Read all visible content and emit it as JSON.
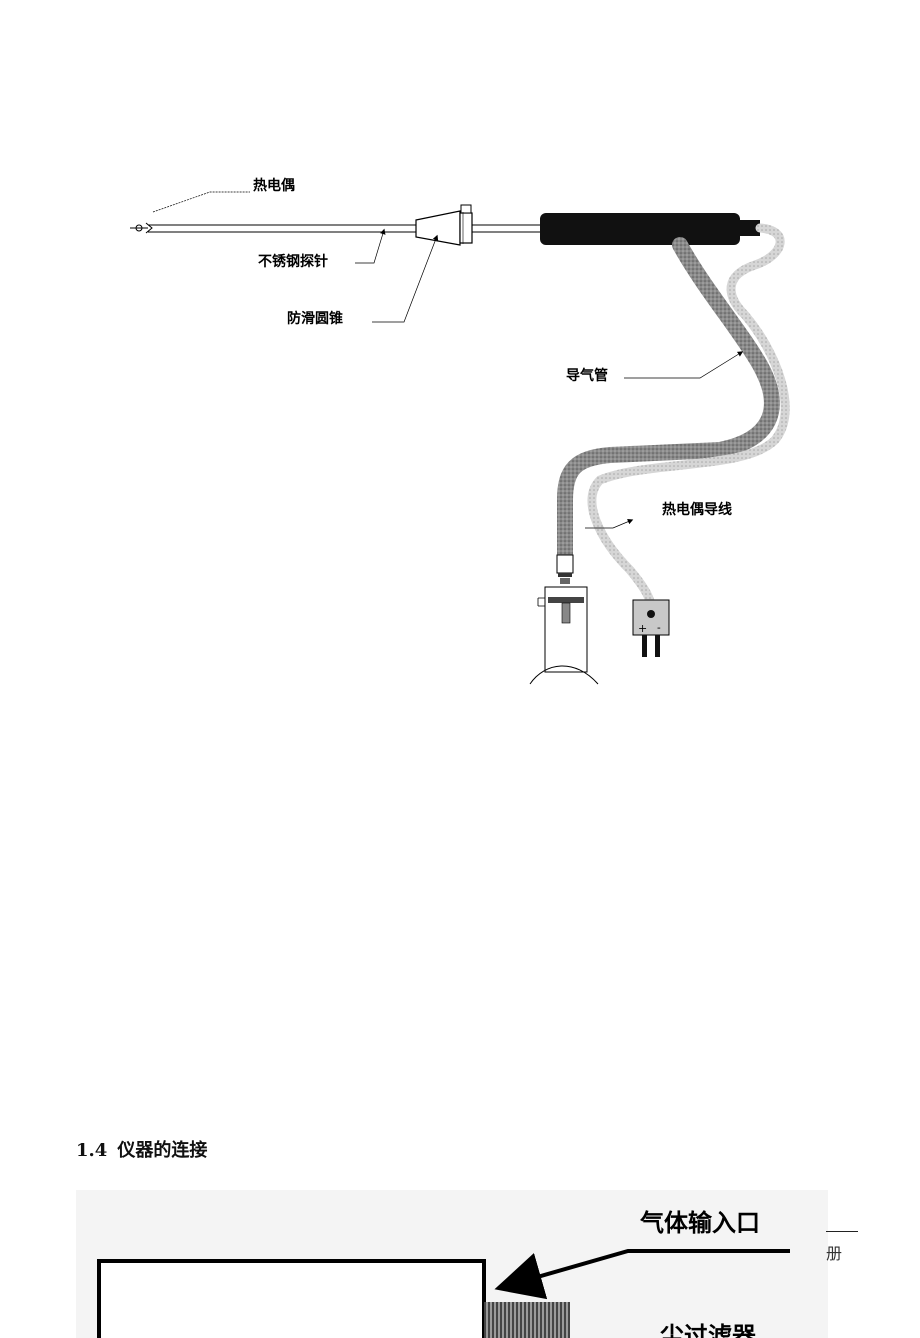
{
  "probe_diagram": {
    "labels": {
      "thermocouple": "热电偶",
      "stainless_probe": "不锈钢探针",
      "antislip_cone": "防滑圆锥",
      "gas_tube": "导气管",
      "thermocouple_lead": "热电偶导线"
    },
    "connector_marks": {
      "plus": "+",
      "minus": "-"
    }
  },
  "section": {
    "number": "1.4",
    "title": "仪器的连接"
  },
  "connection_diagram": {
    "labels": {
      "gas_inlet": "气体输入口",
      "filter_partial": "尘过滤器"
    }
  },
  "side_note": {
    "text": "册"
  }
}
